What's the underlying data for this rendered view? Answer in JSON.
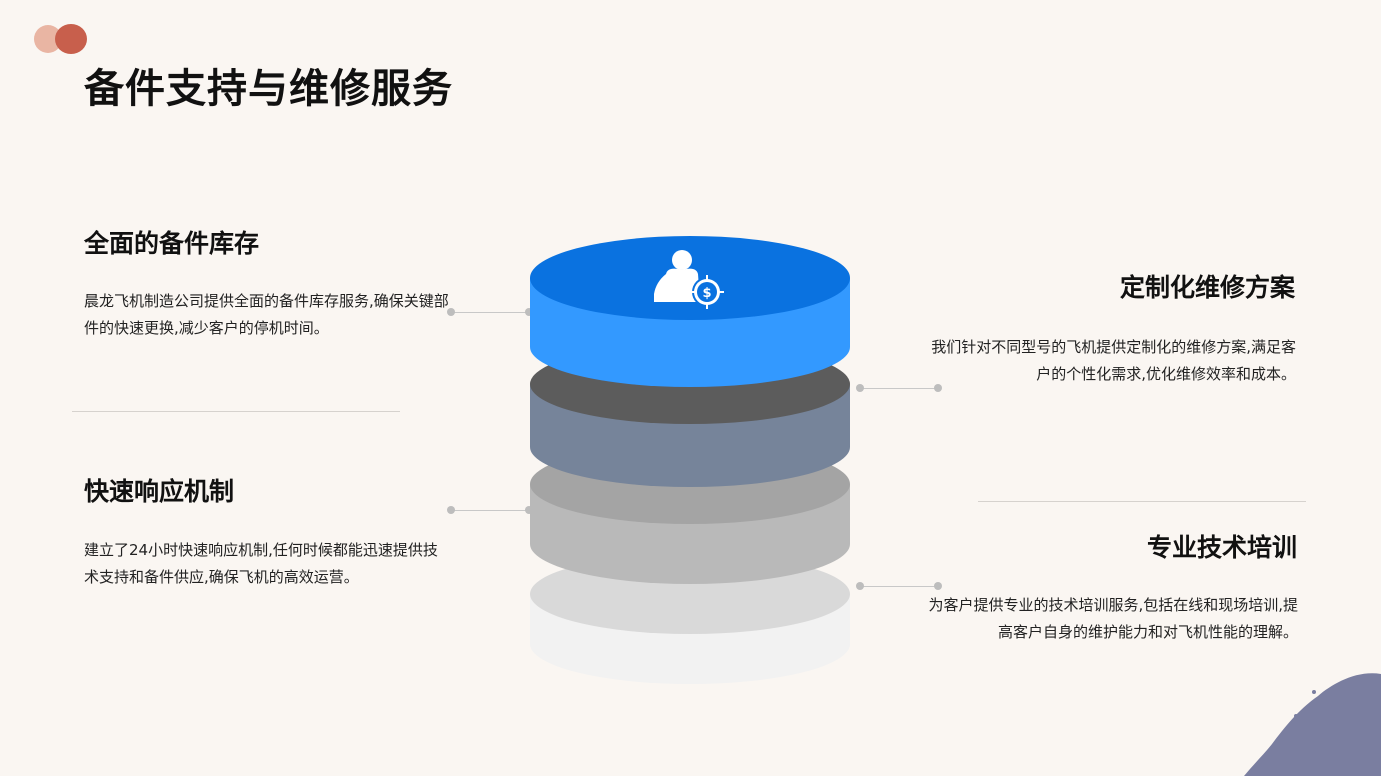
{
  "page": {
    "title": "备件支持与维修服务"
  },
  "sections": [
    {
      "heading": "全面的备件库存",
      "text": "晨龙飞机制造公司提供全面的备件库存服务,确保关键部件的快速更换,减少客户的停机时间。"
    },
    {
      "heading": "定制化维修方案",
      "text": "我们针对不同型号的飞机提供定制化的维修方案,满足客户的个性化需求,优化维修效率和成本。"
    },
    {
      "heading": "快速响应机制",
      "text": "建立了24小时快速响应机制,任何时候都能迅速提供技术支持和备件供应,确保飞机的高效运营。"
    },
    {
      "heading": "专业技术培训",
      "text": "为客户提供专业的技术培训服务,包括在线和现场培训,提高客户自身的维护能力和对飞机性能的理解。"
    }
  ],
  "stack": {
    "icon": "person-dollar-target-icon",
    "colors": {
      "top_layer": "#3399ff",
      "top_layer_cap": "#0a72e0",
      "second_layer": "#76849a",
      "second_layer_cap": "#5c5c5c",
      "third_layer": "#b9b9b9",
      "third_layer_cap": "#a4a4a4",
      "bottom_layer": "#f2f2f2",
      "bottom_layer_cap": "#d9d9d9"
    }
  },
  "decor": {
    "accent_light": "#e9b5a3",
    "accent_dark": "#c85f4c",
    "brush_corner": "#7a7ea0"
  }
}
